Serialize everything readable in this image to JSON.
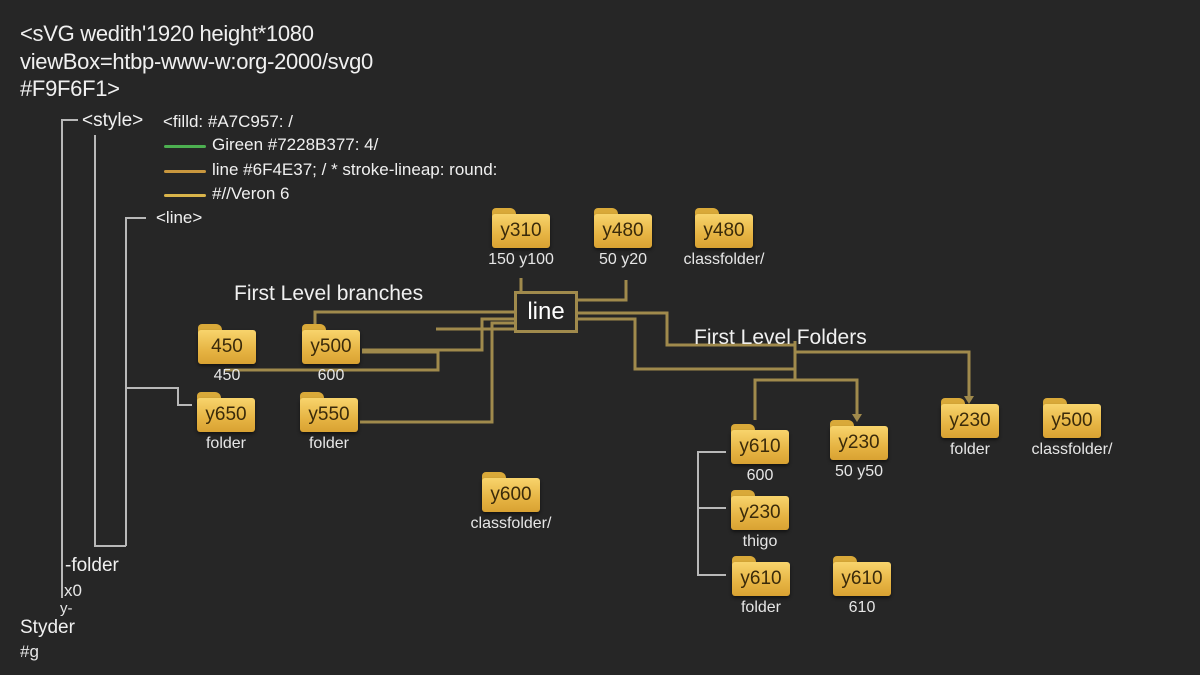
{
  "header": {
    "line1": "<sVG wedith'1920 height*1080",
    "line2": "viewBox=htbp-www-w:org-2000/svg0",
    "line3": "#F9F6F1>"
  },
  "style_block": {
    "tag": "<style>",
    "rules": [
      {
        "text": "<filld: #A7C957: /",
        "swatch": null
      },
      {
        "text": "Gireen #7228B377: 4/",
        "swatch": "#4caf50"
      },
      {
        "text": "line #6F4E37; /   * stroke-lineap: round:",
        "swatch": "#c9973e"
      },
      {
        "text": "#//Veron 6",
        "swatch": "#d9b44a"
      }
    ],
    "line_tag": "<line>"
  },
  "sidebar_bottom": {
    "folder": "-folder",
    "x0": "x0",
    "y": "y-",
    "styder": "Styder",
    "g": "#g"
  },
  "sections": {
    "branches": "First Level branches",
    "folders": "First Level Folders"
  },
  "hub": {
    "label": "line"
  },
  "folders": [
    {
      "id": "top-1",
      "label": "y310",
      "caption": "150 y100"
    },
    {
      "id": "top-2",
      "label": "y480",
      "caption": "50 y20"
    },
    {
      "id": "top-3",
      "label": "y480",
      "caption": "classfolder/"
    },
    {
      "id": "left-1",
      "label": "450",
      "caption": "450"
    },
    {
      "id": "left-2",
      "label": "y500",
      "caption": "600"
    },
    {
      "id": "left-3",
      "label": "y650",
      "caption": "folder"
    },
    {
      "id": "left-4",
      "label": "y550",
      "caption": "folder"
    },
    {
      "id": "mid-1",
      "label": "y600",
      "caption": "classfolder/"
    },
    {
      "id": "right-1",
      "label": "y610",
      "caption": "600"
    },
    {
      "id": "right-2",
      "label": "y230",
      "caption": "50 y50"
    },
    {
      "id": "right-3",
      "label": "y230",
      "caption": "folder"
    },
    {
      "id": "right-4",
      "label": "y500",
      "caption": "classfolder/"
    },
    {
      "id": "right-5",
      "label": "y230",
      "caption": "thigo"
    },
    {
      "id": "right-6",
      "label": "y610",
      "caption": "folder"
    },
    {
      "id": "right-7",
      "label": "y610",
      "caption": "610"
    }
  ],
  "colors": {
    "background": "#262626",
    "wire": "#a08a4c",
    "tree_line": "#bdbdbd",
    "folder": "#e9b846"
  }
}
